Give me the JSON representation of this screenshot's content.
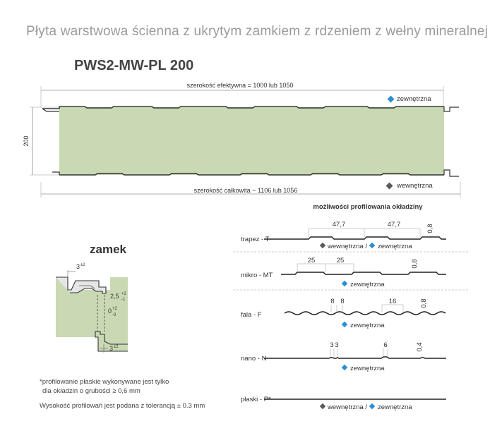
{
  "title": "Płyta warstwowa ścienna z ukrytym zamkiem z rdzeniem z wełny mineralnej",
  "model": "PWS2-MW-PL 200",
  "main": {
    "effective_width": "szerokość efektywna = 1000 lub 1050",
    "total_width": "szerokość całkowita ~ 1106 lub 1056",
    "height": "200",
    "outer_label": "zewnętrzna",
    "inner_label": "wewnętrzna",
    "core_color": "#c9d9b4",
    "outer_marker_color": "#2a8fd4",
    "inner_marker_color": "#5a5a5a"
  },
  "zamek": {
    "title": "zamek",
    "dim_top": "3",
    "dim_top_tol": "±2",
    "dim_gap": "2,5",
    "dim_gap_tol_up": "+2",
    "dim_gap_tol_down": "-1",
    "dim_mid": "0",
    "dim_mid_tol_up": "+2",
    "dim_mid_tol_down": "-0",
    "dim_bottom": "3",
    "dim_bottom_tol": "±2"
  },
  "profiles": {
    "heading": "możliwości profilowania okładziny",
    "items": [
      {
        "name": "trapez - T",
        "dims": [
          "47,7",
          "47,7",
          "0,8"
        ],
        "caption_inner": "wewnętrzna /",
        "caption_outer": "zewnętrzna"
      },
      {
        "name": "mikro - MT",
        "dims": [
          "25",
          "25",
          "0,8"
        ],
        "caption_outer": "zewnętrzna"
      },
      {
        "name": "fala - F",
        "dims": [
          "8",
          "8",
          "16",
          "0,8"
        ],
        "caption_outer": "zewnętrzna"
      },
      {
        "name": "nano - N",
        "dims": [
          "3",
          "3",
          "6",
          "0,4"
        ],
        "caption_outer": "zewnętrzna"
      },
      {
        "name": "płaski - P*",
        "caption_inner": "wewnętrzna /",
        "caption_outer": "zewnętrzna"
      }
    ]
  },
  "notes": {
    "line1": "*profilowanie płaskie wykonywane jest tylko",
    "line2": "dla okładzin o grubości ≥ 0,6 mm",
    "line3": "Wysokość profilowań jest podana z tolerancją ± 0.3 mm"
  }
}
